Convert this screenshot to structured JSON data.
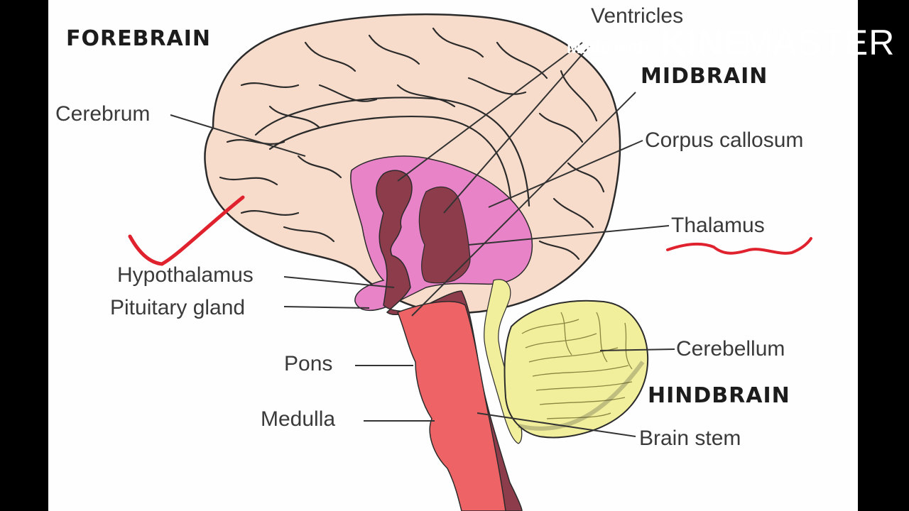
{
  "diagram": {
    "regions": {
      "forebrain": "FOREBRAIN",
      "midbrain": "MIDBRAIN",
      "hindbrain": "HINDBRAIN"
    },
    "labels": {
      "ventricles": "Ventricles",
      "cerebrum": "Cerebrum",
      "corpus_callosum": "Corpus callosum",
      "thalamus": "Thalamus",
      "hypothalamus": "Hypothalamus",
      "pituitary_gland": "Pituitary gland",
      "pons": "Pons",
      "medulla": "Medulla",
      "cerebellum": "Cerebellum",
      "brain_stem": "Brain stem"
    },
    "colors": {
      "cerebrum": "#f8dccb",
      "limbic": "#e883c8",
      "ventricles": "#8c3c4b",
      "brainstem": "#ee6366",
      "cerebellum": "#f1ef9b",
      "annotation": "#e0222e"
    }
  },
  "watermark": {
    "prefix": "Made with",
    "brand_part1": "KINE",
    "brand_part2": "MASTER"
  }
}
